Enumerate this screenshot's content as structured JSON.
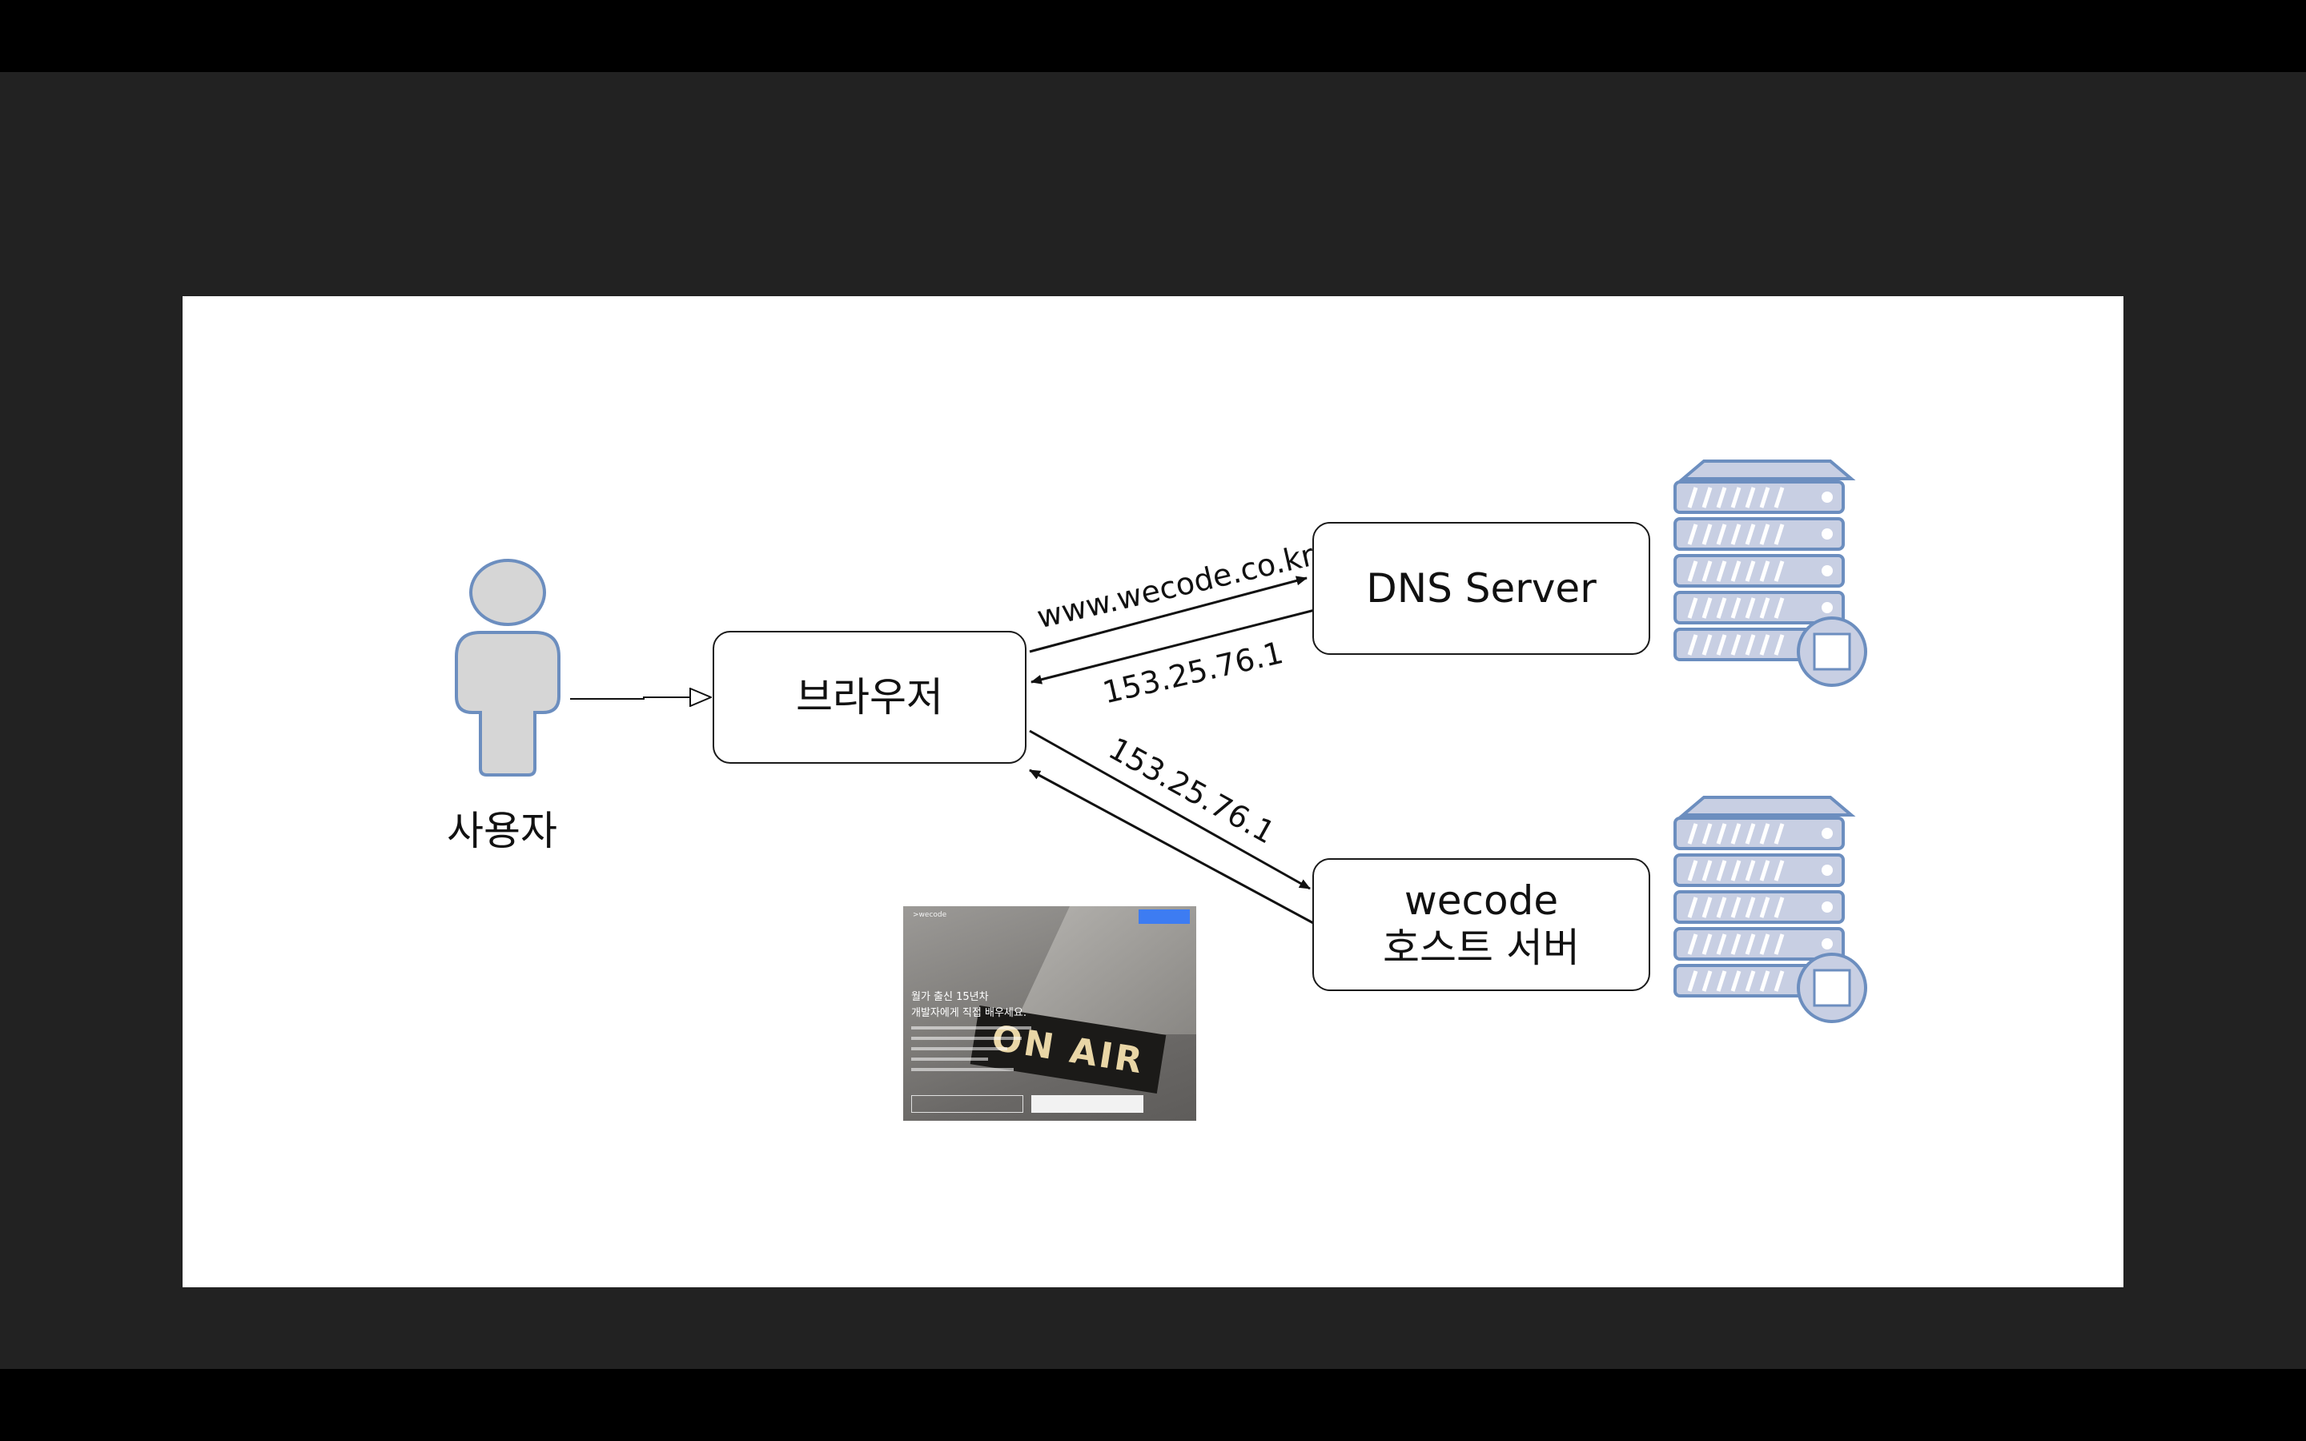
{
  "user": {
    "label": "사용자"
  },
  "browser": {
    "label": "브라우저"
  },
  "dns_server": {
    "label": "DNS Server"
  },
  "host_server": {
    "line1": "wecode",
    "line2": "호스트 서버"
  },
  "edges": {
    "browser_to_dns": "www.wecode.co.kr",
    "dns_to_browser": "153.25.76.1",
    "browser_to_host": "153.25.76.1"
  },
  "thumbnail": {
    "sign_text": "ON AIR",
    "headline": "월가 출신 15년차\n개발자에게 직접 배우세요."
  },
  "colors": {
    "outer_background": "#000000",
    "screen_background": "#222222",
    "slide_background": "#ffffff",
    "actor_fill": "#d6d6d6",
    "actor_stroke": "#6c8ebf",
    "server_fill": "#c8cfe3",
    "server_stroke": "#6c8ebf",
    "thumb_accent": "#3d7cf2"
  },
  "icons": {
    "user": "person-icon",
    "dns_server": "server-rack-icon",
    "host_server": "server-rack-icon"
  }
}
